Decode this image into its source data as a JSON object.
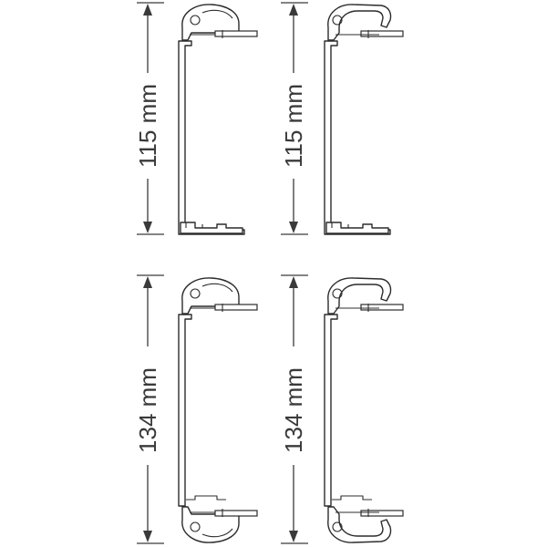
{
  "dimensions": {
    "top_left": "115 mm",
    "top_right": "115 mm",
    "bottom_left": "134 mm",
    "bottom_right": "134 mm"
  },
  "colors": {
    "line": "#2c2c2c",
    "text": "#3a3a3a",
    "background": "#ffffff"
  }
}
